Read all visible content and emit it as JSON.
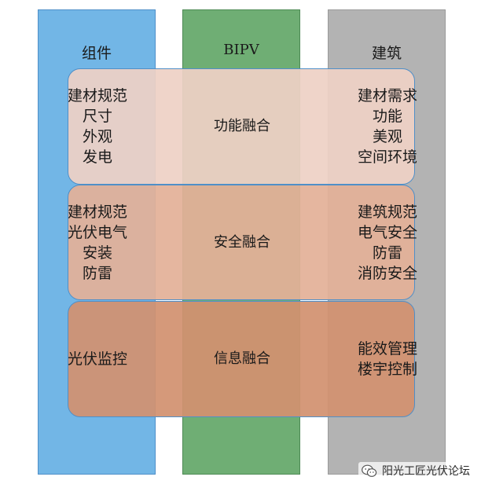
{
  "columns": {
    "left": {
      "title": "组件"
    },
    "middle": {
      "title": "BIPV"
    },
    "right": {
      "title": "建筑"
    }
  },
  "bands": [
    {
      "left": [
        "建材规范",
        "尺寸",
        "外观",
        "发电"
      ],
      "middle": "功能融合",
      "right": [
        "建材需求",
        "功能",
        "美观",
        "空间环境"
      ]
    },
    {
      "left": [
        "建材规范",
        "光伏电气",
        "安装",
        "防雷"
      ],
      "middle": "安全融合",
      "right": [
        "建筑规范",
        "电气安全",
        "防雷",
        "消防安全"
      ]
    },
    {
      "left": [
        "光伏监控"
      ],
      "middle": "信息融合",
      "right": [
        "能效管理",
        "楼宇控制"
      ]
    }
  ],
  "watermark": {
    "text": "阳光工匠光伏论坛",
    "icon": "wechat-icon"
  },
  "colors": {
    "component_column": "#72b6e6",
    "bipv_column": "#6fae74",
    "building_column": "#b3b3b3"
  }
}
